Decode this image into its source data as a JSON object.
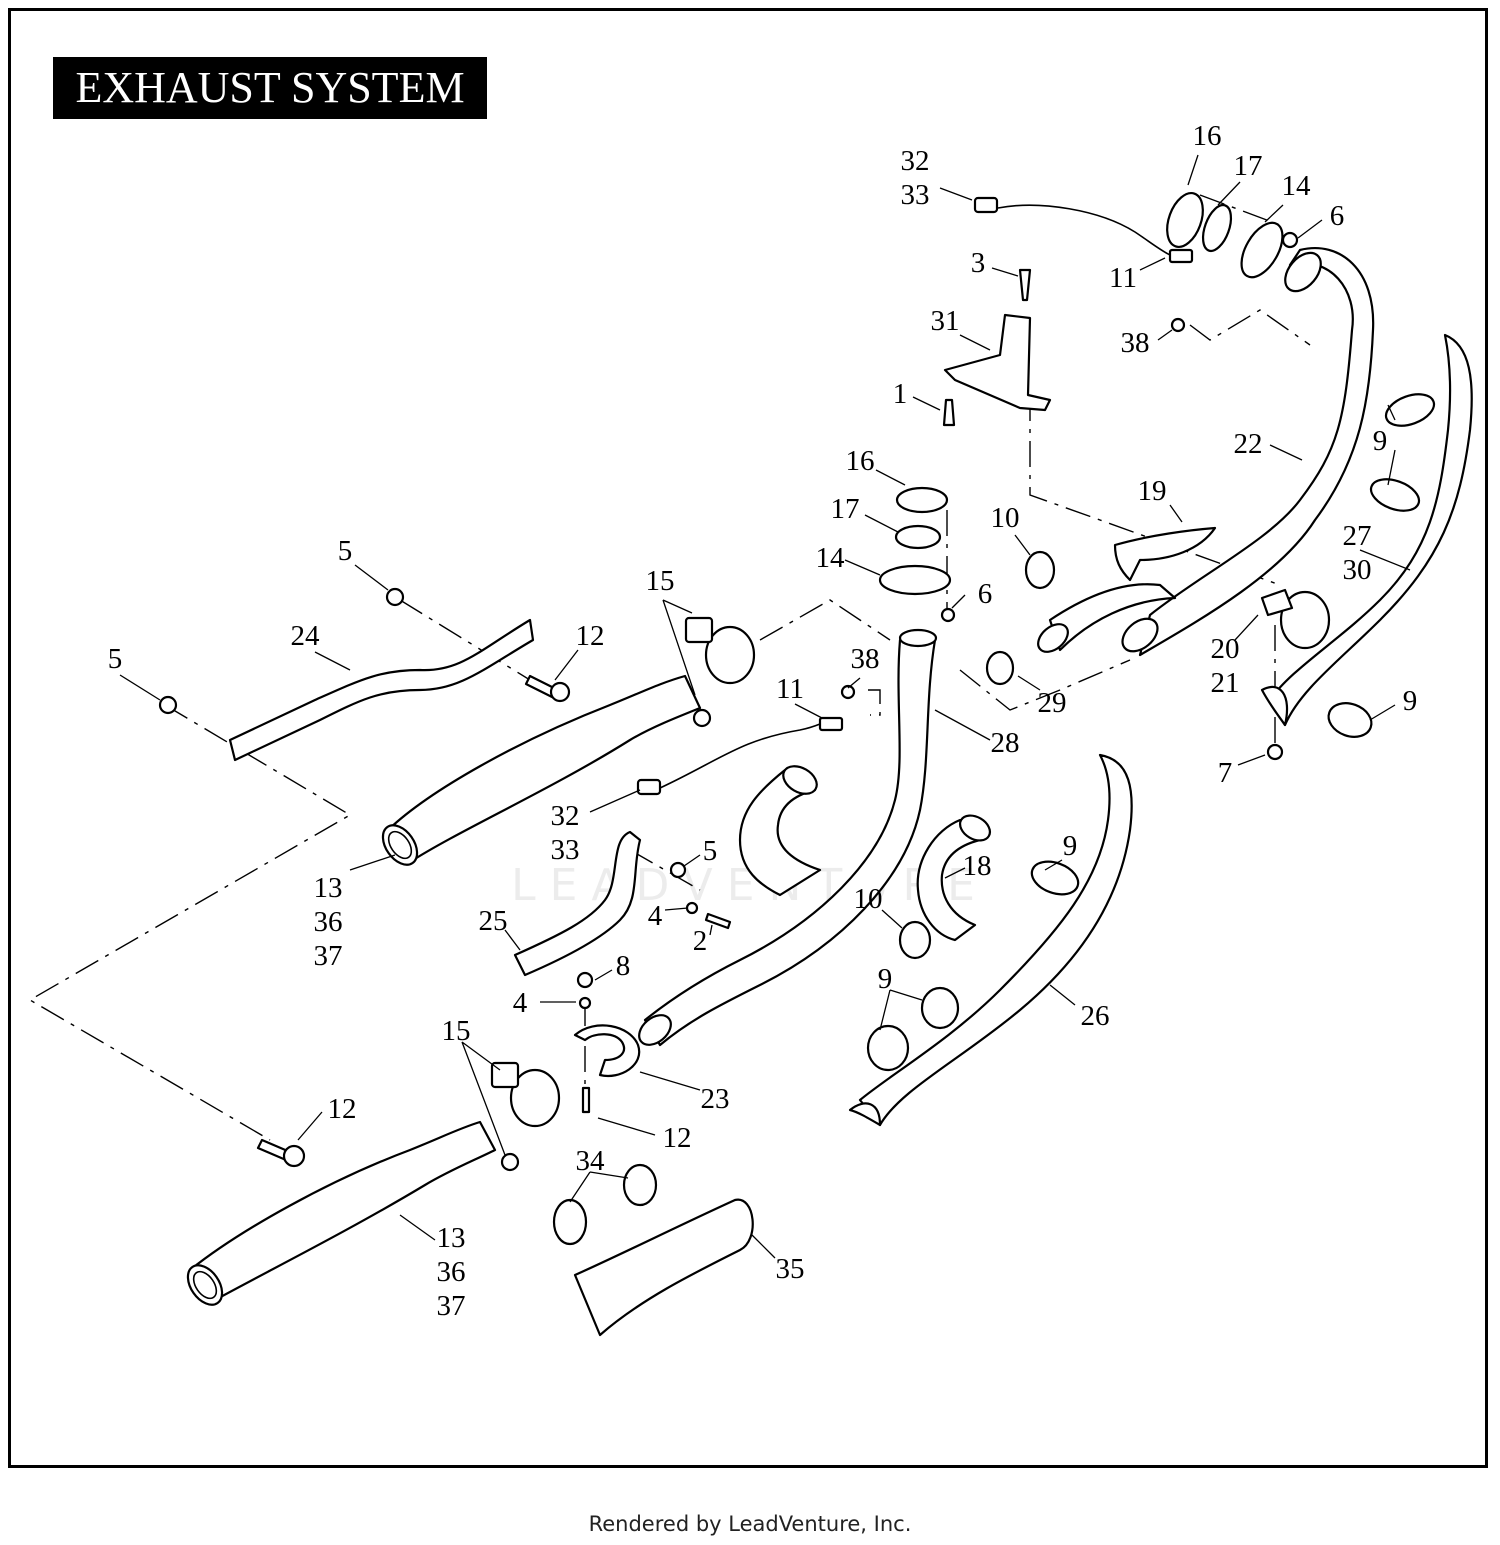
{
  "title": "EXHAUST SYSTEM",
  "footer": "Rendered by LeadVenture, Inc.",
  "watermark": "LEADVENTURE",
  "callouts": [
    {
      "id": "c-32-33-top",
      "lines": [
        "32",
        "33"
      ]
    },
    {
      "id": "c-16-top",
      "lines": [
        "16"
      ]
    },
    {
      "id": "c-17-top",
      "lines": [
        "17"
      ]
    },
    {
      "id": "c-14-top",
      "lines": [
        "14"
      ]
    },
    {
      "id": "c-6-top",
      "lines": [
        "6"
      ]
    },
    {
      "id": "c-3",
      "lines": [
        "3"
      ]
    },
    {
      "id": "c-11-top",
      "lines": [
        "11"
      ]
    },
    {
      "id": "c-31",
      "lines": [
        "31"
      ]
    },
    {
      "id": "c-38-top",
      "lines": [
        "38"
      ]
    },
    {
      "id": "c-1",
      "lines": [
        "1"
      ]
    },
    {
      "id": "c-22",
      "lines": [
        "22"
      ]
    },
    {
      "id": "c-9-top",
      "lines": [
        "9"
      ]
    },
    {
      "id": "c-16-mid",
      "lines": [
        "16"
      ]
    },
    {
      "id": "c-17-mid",
      "lines": [
        "17"
      ]
    },
    {
      "id": "c-19",
      "lines": [
        "19"
      ]
    },
    {
      "id": "c-10-top",
      "lines": [
        "10"
      ]
    },
    {
      "id": "c-27-30",
      "lines": [
        "27",
        "30"
      ]
    },
    {
      "id": "c-14-mid",
      "lines": [
        "14"
      ]
    },
    {
      "id": "c-6-mid",
      "lines": [
        "6"
      ]
    },
    {
      "id": "c-5-top",
      "lines": [
        "5"
      ]
    },
    {
      "id": "c-15-top",
      "lines": [
        "15"
      ]
    },
    {
      "id": "c-24",
      "lines": [
        "24"
      ]
    },
    {
      "id": "c-12-top",
      "lines": [
        "12"
      ]
    },
    {
      "id": "c-38-mid",
      "lines": [
        "38"
      ]
    },
    {
      "id": "c-20-21",
      "lines": [
        "20",
        "21"
      ]
    },
    {
      "id": "c-5-left",
      "lines": [
        "5"
      ]
    },
    {
      "id": "c-11-mid",
      "lines": [
        "11"
      ]
    },
    {
      "id": "c-29",
      "lines": [
        "29"
      ]
    },
    {
      "id": "c-9-right",
      "lines": [
        "9"
      ]
    },
    {
      "id": "c-28",
      "lines": [
        "28"
      ]
    },
    {
      "id": "c-7",
      "lines": [
        "7"
      ]
    },
    {
      "id": "c-32-33-mid",
      "lines": [
        "32",
        "33"
      ]
    },
    {
      "id": "c-5-mid",
      "lines": [
        "5"
      ]
    },
    {
      "id": "c-9-mid",
      "lines": [
        "9"
      ]
    },
    {
      "id": "c-18",
      "lines": [
        "18"
      ]
    },
    {
      "id": "c-13-36-37-top",
      "lines": [
        "13",
        "36",
        "37"
      ]
    },
    {
      "id": "c-25",
      "lines": [
        "25"
      ]
    },
    {
      "id": "c-4-top",
      "lines": [
        "4"
      ]
    },
    {
      "id": "c-2",
      "lines": [
        "2"
      ]
    },
    {
      "id": "c-10-mid",
      "lines": [
        "10"
      ]
    },
    {
      "id": "c-8",
      "lines": [
        "8"
      ]
    },
    {
      "id": "c-9-low",
      "lines": [
        "9"
      ]
    },
    {
      "id": "c-4-low",
      "lines": [
        "4"
      ]
    },
    {
      "id": "c-26",
      "lines": [
        "26"
      ]
    },
    {
      "id": "c-15-low",
      "lines": [
        "15"
      ]
    },
    {
      "id": "c-23",
      "lines": [
        "23"
      ]
    },
    {
      "id": "c-12-low",
      "lines": [
        "12"
      ]
    },
    {
      "id": "c-12-bottom",
      "lines": [
        "12"
      ]
    },
    {
      "id": "c-34",
      "lines": [
        "34"
      ]
    },
    {
      "id": "c-13-36-37-low",
      "lines": [
        "13",
        "36",
        "37"
      ]
    },
    {
      "id": "c-35",
      "lines": [
        "35"
      ]
    }
  ]
}
